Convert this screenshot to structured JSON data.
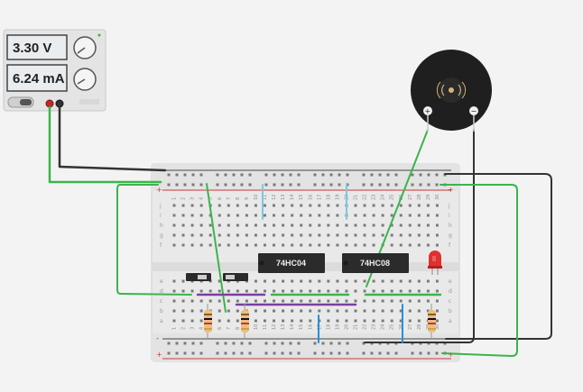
{
  "power_supply": {
    "voltage_display": "3.30 V",
    "current_display": "6.24 mA"
  },
  "ics": [
    {
      "label": "74HC04"
    },
    {
      "label": "74HC08"
    }
  ],
  "breadboard": {
    "row_letters_top": [
      "j",
      "i",
      "h",
      "g",
      "f"
    ],
    "row_letters_bottom": [
      "e",
      "d",
      "c",
      "b",
      "a"
    ],
    "column_numbers": [
      "1",
      "2",
      "3",
      "4",
      "5",
      "6",
      "7",
      "8",
      "9",
      "10",
      "11",
      "12",
      "13",
      "14",
      "15",
      "16",
      "17",
      "18",
      "19",
      "20",
      "21",
      "22",
      "23",
      "24",
      "25",
      "26",
      "27",
      "28",
      "29",
      "30"
    ],
    "rail_plus": "+",
    "rail_minus": "-"
  },
  "buzzer": {
    "plus": "+",
    "minus": "−"
  },
  "colors": {
    "wire_green": "#3cb44b",
    "wire_black": "#333333",
    "wire_purple": "#7b3fa0",
    "wire_blue": "#2a8fd6",
    "wire_lightblue": "#7fc7e0",
    "led_red": "#e0312f",
    "rail_red": "#d23a3a",
    "rail_dark": "#444444"
  }
}
